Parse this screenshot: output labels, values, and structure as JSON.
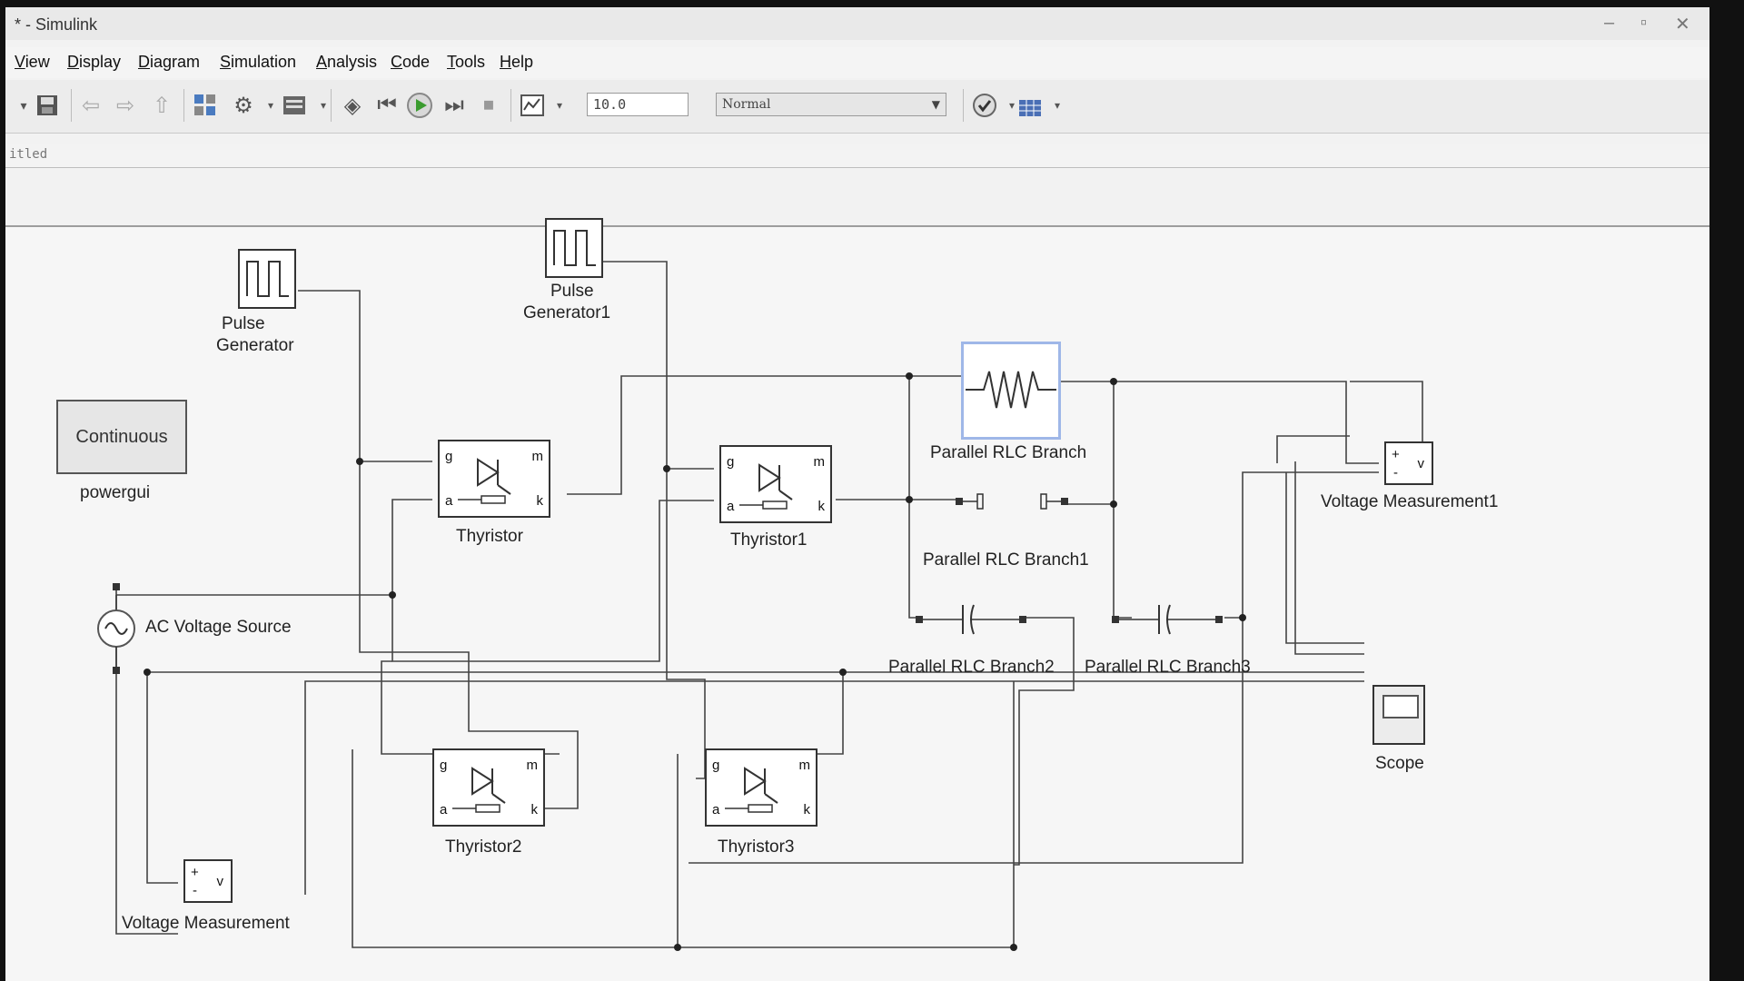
{
  "window": {
    "title": "* - Simulink"
  },
  "menu": [
    {
      "label": "View"
    },
    {
      "label": "Display"
    },
    {
      "label": "Diagram"
    },
    {
      "label": "Simulation"
    },
    {
      "label": "Analysis"
    },
    {
      "label": "Code"
    },
    {
      "label": "Tools"
    },
    {
      "label": "Help"
    }
  ],
  "toolbar": {
    "stop_time": "10.0",
    "sim_mode": "Normal",
    "icons": [
      "save-icon",
      "back-icon",
      "forward-icon",
      "up-icon",
      "library-icon",
      "settings-gear-icon",
      "model-explorer-icon",
      "record-icon",
      "step-back-icon",
      "run-icon",
      "step-forward-icon",
      "stop-icon",
      "data-inspector-icon",
      "check-icon",
      "grid-icon"
    ],
    "run_color": "#3a9b2e"
  },
  "address": {
    "path": "itled"
  },
  "blocks": {
    "powergui": {
      "body": "Continuous",
      "label": "powergui"
    },
    "pulse1": {
      "label_line1": "Pulse",
      "label_line2": "Generator"
    },
    "pulse2": {
      "label_line1": "Pulse",
      "label_line2": "Generator1"
    },
    "thyristor": {
      "label": "Thyristor"
    },
    "thyristor1": {
      "label": "Thyristor1"
    },
    "thyristor2": {
      "label": "Thyristor2"
    },
    "thyristor3": {
      "label": "Thyristor3"
    },
    "port_g": "g",
    "port_m": "m",
    "port_a": "a",
    "port_k": "k",
    "rlc": {
      "label": "Parallel RLC Branch"
    },
    "rlc1": {
      "label": "Parallel RLC Branch1"
    },
    "rlc2": {
      "label": "Parallel RLC Branch2"
    },
    "rlc3": {
      "label": "Parallel RLC Branch3"
    },
    "ac_source": {
      "label": "AC Voltage Source"
    },
    "vm": {
      "label": "Voltage Measurement",
      "plus": "+",
      "minus": "-",
      "v": "v"
    },
    "vm1": {
      "label": "Voltage Measurement1",
      "plus": "+",
      "minus": "-",
      "v": "v"
    },
    "scope": {
      "label": "Scope"
    }
  }
}
